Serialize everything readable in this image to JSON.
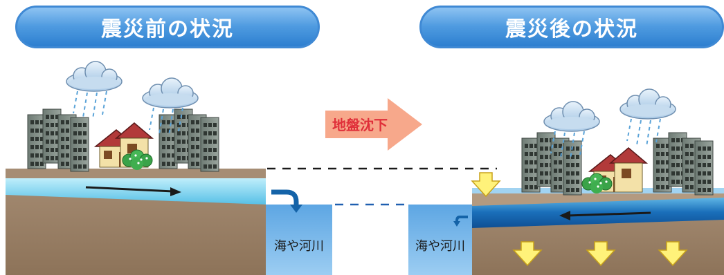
{
  "headers": {
    "before": "震災前の状況",
    "after": "震災後の状況"
  },
  "center_arrow": {
    "label": "地盤沈下"
  },
  "water_labels": {
    "left": "海や河川",
    "right": "海や河川"
  },
  "colors": {
    "header_fill": "#4f9be0",
    "soil": "#9b8168",
    "groundwater": "#7fd0ea",
    "groundwater_deep": "#1463a8",
    "sea": "#79b7e8",
    "subsidence_arrow": "#fff27a",
    "center_arrow": "#f7a88b",
    "center_label": "#e0303a"
  },
  "icons": [
    "cloud-rain-icon",
    "building-icon",
    "house-icon",
    "shrub-icon",
    "down-arrow-icon",
    "flow-arrow-icon"
  ]
}
